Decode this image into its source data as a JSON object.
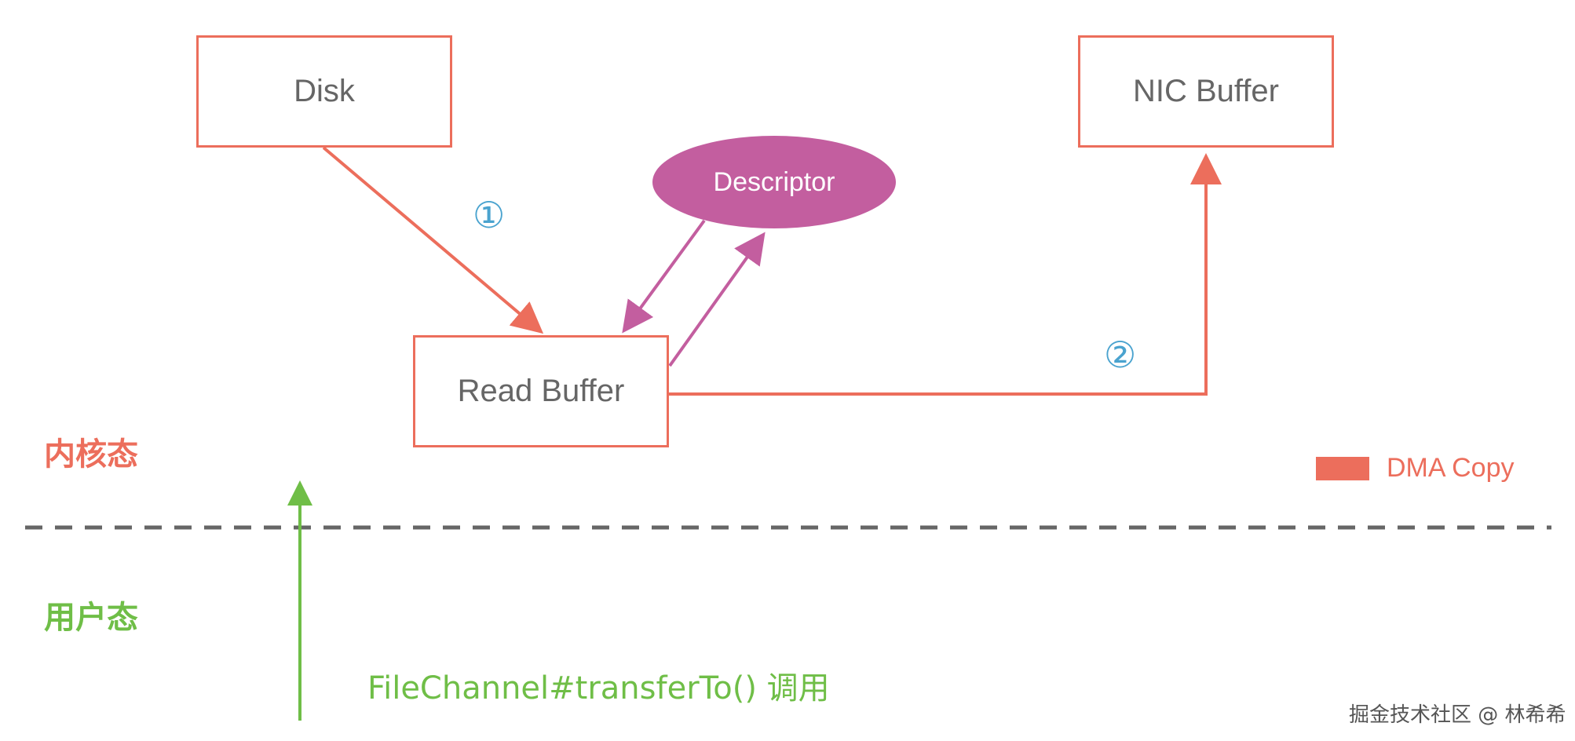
{
  "nodes": {
    "disk": "Disk",
    "nic_buffer": "NIC Buffer",
    "read_buffer": "Read Buffer",
    "descriptor": "Descriptor"
  },
  "steps": {
    "step1": "①",
    "step2": "②"
  },
  "zones": {
    "kernel": "内核态",
    "user": "用户态"
  },
  "legend": {
    "dma_copy": "DMA Copy"
  },
  "call": {
    "label": "FileChannel#transferTo() 调用"
  },
  "watermark": "掘金技术社区 @ 林希希",
  "colors": {
    "dma": "#ec6e5c",
    "descriptor": "#c35e9f",
    "user": "#6fbe47",
    "step": "#4aa3cf",
    "divider": "#666666"
  }
}
